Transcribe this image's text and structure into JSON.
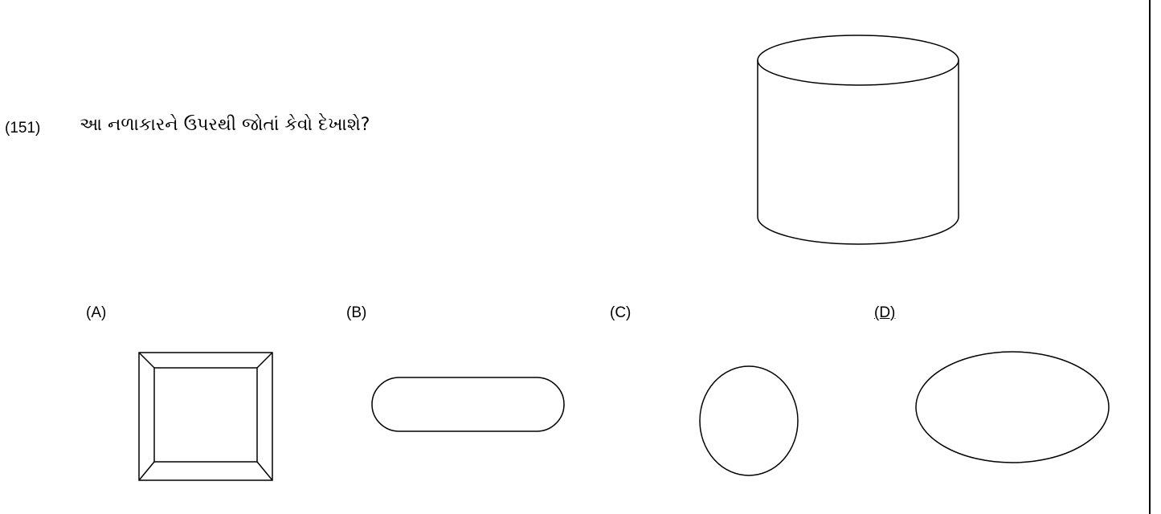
{
  "question": {
    "number": "(151)",
    "text": "આ નળાકારને ઉપરથી જોતાં કેવો દેખાશે?",
    "figure_icon": "cylinder-icon"
  },
  "options": [
    {
      "label": "(A)",
      "shape_icon": "beveled-square-icon"
    },
    {
      "label": "(B)",
      "shape_icon": "rounded-rectangle-icon"
    },
    {
      "label": "(C)",
      "shape_icon": "circle-icon"
    },
    {
      "label": "(D)",
      "shape_icon": "ellipse-icon",
      "underlined": true
    }
  ],
  "colors": {
    "ink": "#000000",
    "background": "#ffffff"
  }
}
